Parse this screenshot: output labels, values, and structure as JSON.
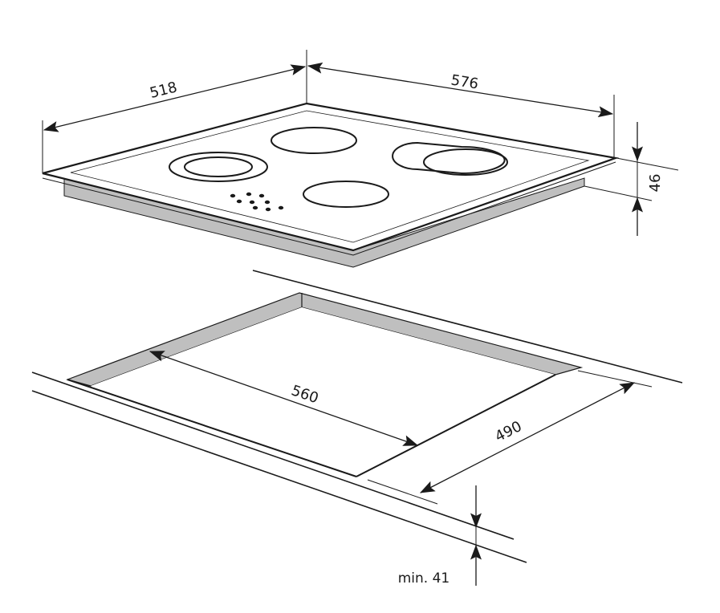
{
  "dimensions": {
    "hob_depth": "518",
    "hob_width": "576",
    "hob_height": "46",
    "cutout_width": "560",
    "cutout_depth": "490",
    "worktop_min": "min. 41"
  },
  "colors": {
    "line": "#1a1a1a",
    "side_fill": "#bfbfbf",
    "glass_fill": "#ffffff",
    "background": "#ffffff"
  }
}
